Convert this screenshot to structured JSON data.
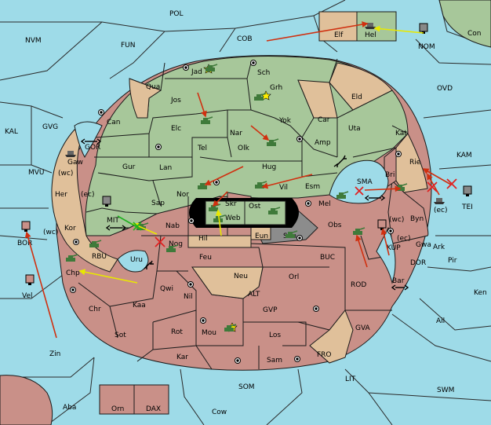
{
  "colors": {
    "sea": "#9edbe8",
    "green_power": "#a7c79a",
    "neutral": "#e0c09a",
    "red_power": "#c99088",
    "arrow_move": "#d03010",
    "arrow_support": "#e8e800",
    "arrow_hold_green": "#20b020",
    "mark_fail": "#e02020"
  },
  "provinces": [
    {
      "id": "POL",
      "label": "POL"
    },
    {
      "id": "NVM",
      "label": "NVM"
    },
    {
      "id": "FUN",
      "label": "FUN"
    },
    {
      "id": "COB",
      "label": "COB"
    },
    {
      "id": "Elf",
      "label": "Elf"
    },
    {
      "id": "Hel",
      "label": "Hel"
    },
    {
      "id": "NOM",
      "label": "NOM"
    },
    {
      "id": "Con",
      "label": "Con"
    },
    {
      "id": "Jad",
      "label": "Jad"
    },
    {
      "id": "Sch",
      "label": "Sch"
    },
    {
      "id": "Qua",
      "label": "Qua"
    },
    {
      "id": "Grh",
      "label": "Grh"
    },
    {
      "id": "Jos",
      "label": "Jos"
    },
    {
      "id": "Eld",
      "label": "Eld"
    },
    {
      "id": "OVD",
      "label": "OVD"
    },
    {
      "id": "Can",
      "label": "Can"
    },
    {
      "id": "Car",
      "label": "Car"
    },
    {
      "id": "Yok",
      "label": "Yok"
    },
    {
      "id": "Elc",
      "label": "Elc"
    },
    {
      "id": "Nar",
      "label": "Nar"
    },
    {
      "id": "Uta",
      "label": "Uta"
    },
    {
      "id": "Kat",
      "label": "Kat"
    },
    {
      "id": "KAL",
      "label": "KAL"
    },
    {
      "id": "GVG",
      "label": "GVG"
    },
    {
      "id": "GOR",
      "label": "GOR"
    },
    {
      "id": "Tel",
      "label": "Tel"
    },
    {
      "id": "Olk",
      "label": "Olk"
    },
    {
      "id": "Amp",
      "label": "Amp"
    },
    {
      "id": "KAM",
      "label": "KAM"
    },
    {
      "id": "Gaw",
      "label": "Gaw"
    },
    {
      "id": "Gur",
      "label": "Gur"
    },
    {
      "id": "Lan",
      "label": "Lan"
    },
    {
      "id": "Hug",
      "label": "Hug"
    },
    {
      "id": "Rie",
      "label": "Rie"
    },
    {
      "id": "wc1",
      "label": "(wc)"
    },
    {
      "id": "MVU",
      "label": "MVU"
    },
    {
      "id": "Her",
      "label": "Her"
    },
    {
      "id": "ec1",
      "label": "(ec)"
    },
    {
      "id": "Nor",
      "label": "Nor"
    },
    {
      "id": "Vil",
      "label": "Vil"
    },
    {
      "id": "Esm",
      "label": "Esm"
    },
    {
      "id": "SMA",
      "label": "SMA"
    },
    {
      "id": "Bri",
      "label": "Bri"
    },
    {
      "id": "TEI",
      "label": "TEI"
    },
    {
      "id": "ec2",
      "label": "(ec)"
    },
    {
      "id": "MIT",
      "label": "MIT"
    },
    {
      "id": "Sap",
      "label": "Sap"
    },
    {
      "id": "Skr",
      "label": "Skr"
    },
    {
      "id": "Ost",
      "label": "Ost"
    },
    {
      "id": "Mel",
      "label": "Mel"
    },
    {
      "id": "Web",
      "label": "Web"
    },
    {
      "id": "BOR",
      "label": "BOR"
    },
    {
      "id": "Kor",
      "label": "Kor"
    },
    {
      "id": "wc2",
      "label": "(wc)"
    },
    {
      "id": "Nab",
      "label": "Nab"
    },
    {
      "id": "Obs",
      "label": "Obs"
    },
    {
      "id": "Byn",
      "label": "Byn"
    },
    {
      "id": "Eun",
      "label": "Eun"
    },
    {
      "id": "Sun",
      "label": "Sun"
    },
    {
      "id": "wc3",
      "label": "(wc)"
    },
    {
      "id": "Hil",
      "label": "Hil"
    },
    {
      "id": "Nog",
      "label": "Nog"
    },
    {
      "id": "Gwa",
      "label": "Gwa"
    },
    {
      "id": "ec3",
      "label": "(ec)"
    },
    {
      "id": "Ark",
      "label": "Ark"
    },
    {
      "id": "RBU",
      "label": "RBU"
    },
    {
      "id": "Uru",
      "label": "Uru"
    },
    {
      "id": "Feu",
      "label": "Feu"
    },
    {
      "id": "BUC",
      "label": "BUC"
    },
    {
      "id": "KUP",
      "label": "KUP"
    },
    {
      "id": "Pir",
      "label": "Pir"
    },
    {
      "id": "DOR",
      "label": "DOR"
    },
    {
      "id": "Vel",
      "label": "Vel"
    },
    {
      "id": "Chp",
      "label": "Chp"
    },
    {
      "id": "Neu",
      "label": "Neu"
    },
    {
      "id": "Orl",
      "label": "Orl"
    },
    {
      "id": "ROD",
      "label": "ROD"
    },
    {
      "id": "Bar",
      "label": "Bar"
    },
    {
      "id": "Qwi",
      "label": "Qwi"
    },
    {
      "id": "Nil",
      "label": "Nil"
    },
    {
      "id": "ALT",
      "label": "ALT"
    },
    {
      "id": "Ken",
      "label": "Ken"
    },
    {
      "id": "Chr",
      "label": "Chr"
    },
    {
      "id": "Kaa",
      "label": "Kaa"
    },
    {
      "id": "GVP",
      "label": "GVP"
    },
    {
      "id": "Ail",
      "label": "Ail"
    },
    {
      "id": "Sot",
      "label": "Sot"
    },
    {
      "id": "Rot",
      "label": "Rot"
    },
    {
      "id": "Mou",
      "label": "Mou"
    },
    {
      "id": "Los",
      "label": "Los"
    },
    {
      "id": "GVA",
      "label": "GVA"
    },
    {
      "id": "Zin",
      "label": "Zin"
    },
    {
      "id": "Kar",
      "label": "Kar"
    },
    {
      "id": "Sam",
      "label": "Sam"
    },
    {
      "id": "FRO",
      "label": "FRO"
    },
    {
      "id": "LIT",
      "label": "LIT"
    },
    {
      "id": "SOM",
      "label": "SOM"
    },
    {
      "id": "SWM",
      "label": "SWM"
    },
    {
      "id": "Aba",
      "label": "Aba"
    },
    {
      "id": "Orn",
      "label": "Orn"
    },
    {
      "id": "DAX",
      "label": "DAX"
    },
    {
      "id": "Cow",
      "label": "Cow"
    }
  ]
}
